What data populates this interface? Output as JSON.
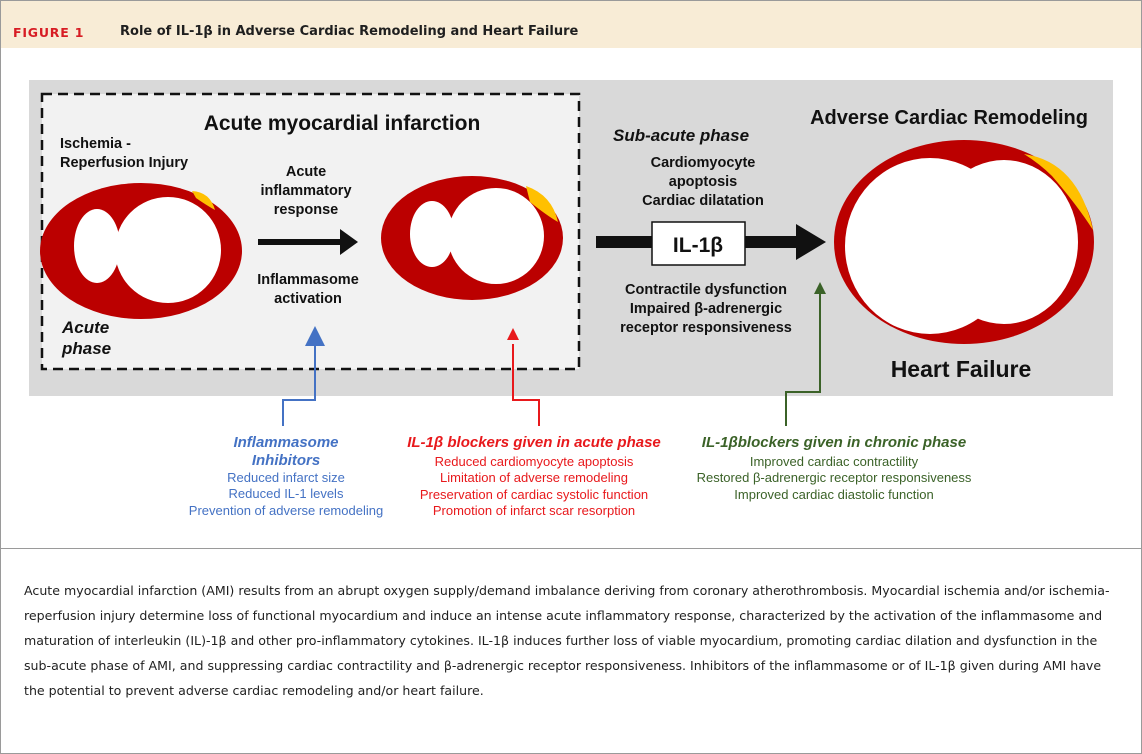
{
  "header": {
    "figure_label": "FIGURE 1",
    "title": "Role of IL-1β in Adverse Cardiac Remodeling and Heart Failure"
  },
  "diagram": {
    "ami_title": "Acute myocardial infarction",
    "ischemia_line1": "Ischemia -",
    "ischemia_line2": "Reperfusion Injury",
    "acute_resp_line1": "Acute",
    "acute_resp_line2": "inflammatory",
    "acute_resp_line3": "response",
    "inflammasome_line1": "Inflammasome",
    "inflammasome_line2": "activation",
    "acute_phase_line1": "Acute",
    "acute_phase_line2": "phase",
    "subacute_title": "Sub-acute phase",
    "subacute_line1": "Cardiomyocyte",
    "subacute_line2": "apoptosis",
    "subacute_line3": "Cardiac dilatation",
    "il1b_box": "IL-1β",
    "contractile_line1": "Contractile dysfunction",
    "contractile_line2": "Impaired β-adrenergic",
    "contractile_line3": "receptor responsiveness",
    "adverse_title": "Adverse Cardiac Remodeling",
    "heart_failure": "Heart Failure",
    "blue": {
      "title1": "Inflammasome",
      "title2": "Inhibitors",
      "items": [
        "Reduced infarct size",
        "Reduced IL-1 levels",
        "Prevention of adverse remodeling"
      ]
    },
    "red": {
      "title": "IL-1β blockers given in acute phase",
      "items": [
        "Reduced cardiomyocyte apoptosis",
        "Limitation of adverse remodeling",
        "Preservation of cardiac systolic function",
        "Promotion of infarct scar resorption"
      ]
    },
    "green": {
      "title": "IL-1βblockers given in chronic phase",
      "items": [
        "Improved cardiac contractility",
        "Restored β-adrenergic receptor responsiveness",
        "Improved cardiac diastolic function"
      ]
    }
  },
  "caption": "Acute myocardial infarction (AMI) results from an abrupt oxygen supply/demand imbalance deriving from coronary atherothrombosis. Myocardial ischemia and/or ischemia-reperfusion injury determine loss of functional myocardium and induce an intense acute inflammatory response, characterized by the activation of the inflammasome and maturation of interleukin (IL)-1β and other pro-inflammatory cytokines. IL-1β induces further loss of viable myocardium, promoting cardiac dilation and dysfunction in the sub-acute phase of AMI, and suppressing cardiac contractility and β-adrenergic receptor responsiveness. Inhibitors of the inflammasome or of IL-1β given during AMI have the potential to prevent adverse cardiac remodeling and/or heart failure.",
  "colors": {
    "header_bg": "#f8ecd6",
    "figure_label": "#d71c24",
    "panel_bg": "#d9d9d9",
    "ami_box_bg": "#f2f2f2",
    "heart_red": "#bb0000",
    "infarct_yellow": "#ffc000",
    "blue": "#4472c4",
    "red": "#e8191c",
    "green": "#3b6228"
  }
}
